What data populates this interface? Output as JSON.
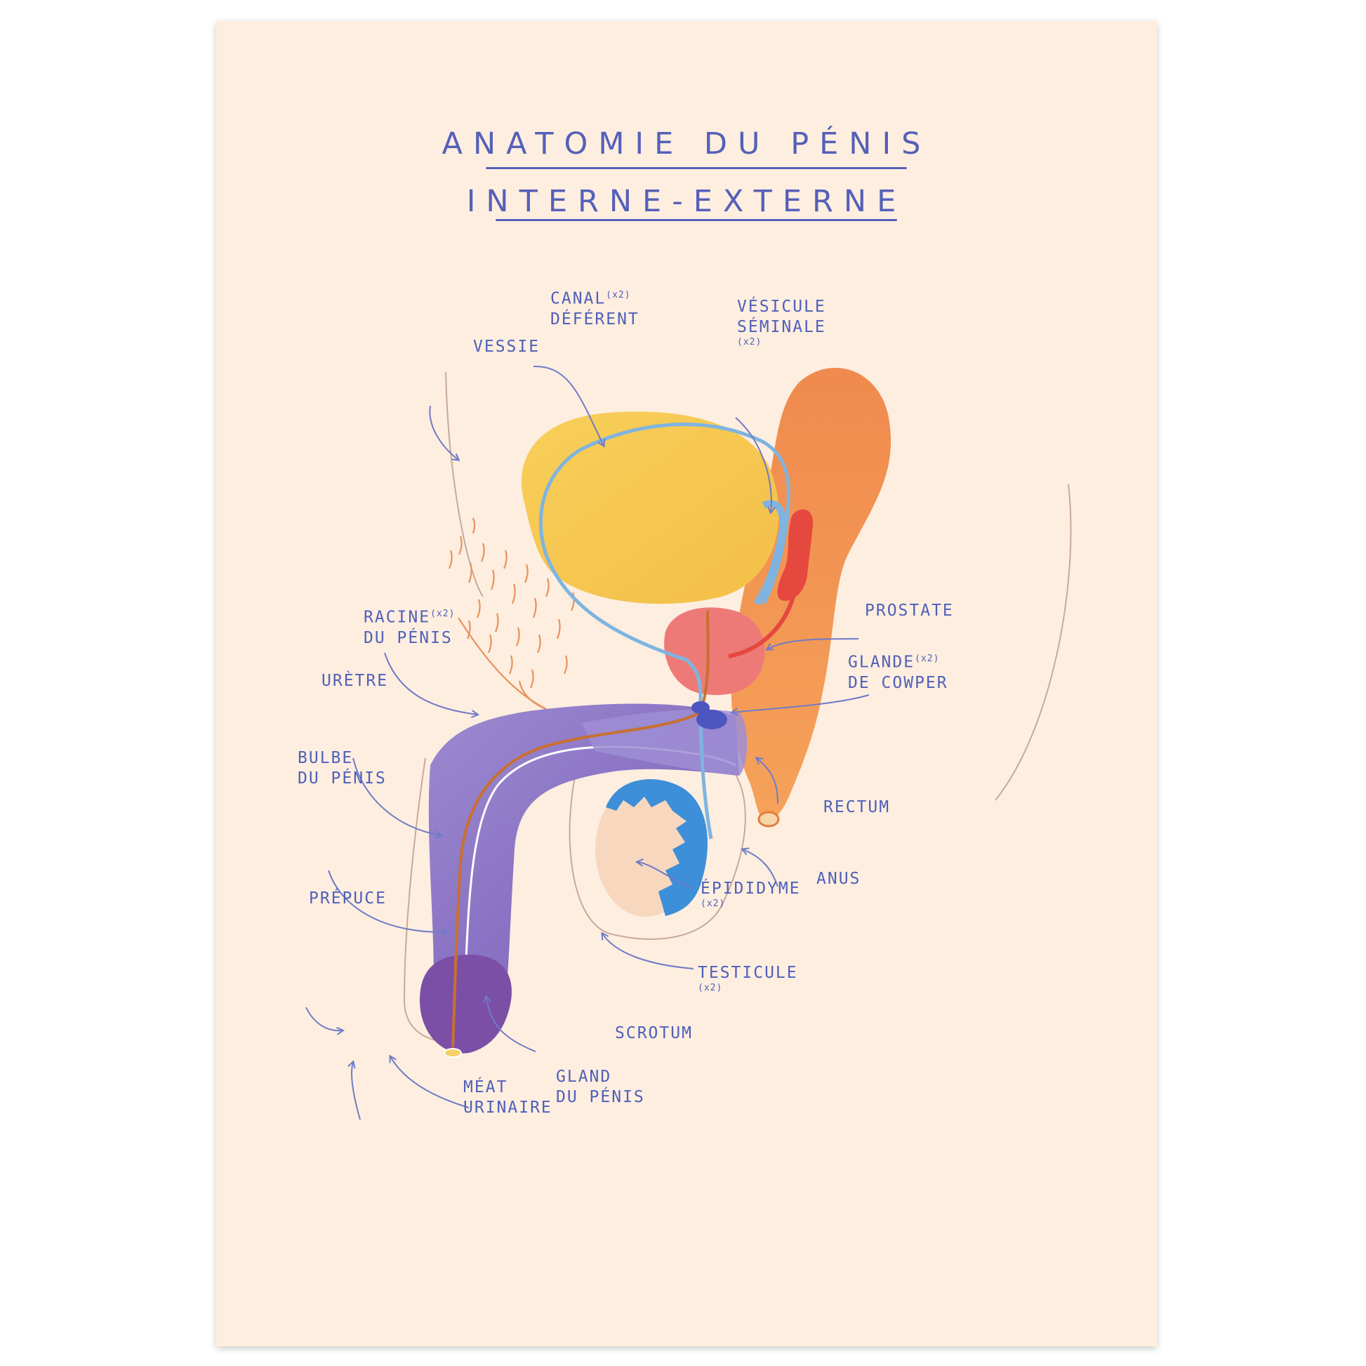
{
  "title": {
    "line1": "ANATOMIE DU PÉNIS",
    "line2": "INTERNE-EXTERNE"
  },
  "labels": {
    "canal_deferent": {
      "line1": "CANAL",
      "note": "(x2)",
      "line2": "DÉFÉRENT"
    },
    "vesicule_seminale": {
      "line1": "VÉSICULE",
      "line2": "SÉMINALE",
      "note": "(x2)"
    },
    "vessie": "VESSIE",
    "racine_du_penis": {
      "line1": "RACINE",
      "note": "(x2)",
      "line2": "DU PÉNIS"
    },
    "prostate": "PROSTATE",
    "glande_de_cowper": {
      "line1": "GLANDE",
      "note": "(x2)",
      "line2": "DE COWPER"
    },
    "uretre": "URÈTRE",
    "bulbe_du_penis": {
      "line1": "BULBE",
      "line2": "DU PÉNIS"
    },
    "rectum": "RECTUM",
    "anus": "ANUS",
    "epididyme": {
      "line1": "ÉPIDIDYME",
      "note": "(x2)"
    },
    "prepuce": "PRÉPUCE",
    "testicule": {
      "line1": "TESTICULE",
      "note": "(x2)"
    },
    "scrotum": "SCROTUM",
    "meat_urinaire": {
      "line1": "MÉAT",
      "line2": "URINAIRE"
    },
    "gland_du_penis": {
      "line1": "GLAND",
      "line2": "DU PÉNIS"
    }
  },
  "colors": {
    "background": "#fdeee0",
    "label_text": "#5060b8",
    "bladder": "#f6c64e",
    "prostate": "#ee7a78",
    "seminal_vesicle": "#e5483f",
    "vas_deferens": "#7fb4e0",
    "rectum": "#f29552",
    "penis": "#8a73c2",
    "glans": "#7c4fa6",
    "testicle": "#f8d7bf",
    "epididymis": "#3c8fd8",
    "cowper_gland": "#4c55c0",
    "urethra": "#c8702f",
    "pubic_hair": "#e9925a",
    "outline": "#c9a99a",
    "arrow": "#6f7bc6"
  }
}
